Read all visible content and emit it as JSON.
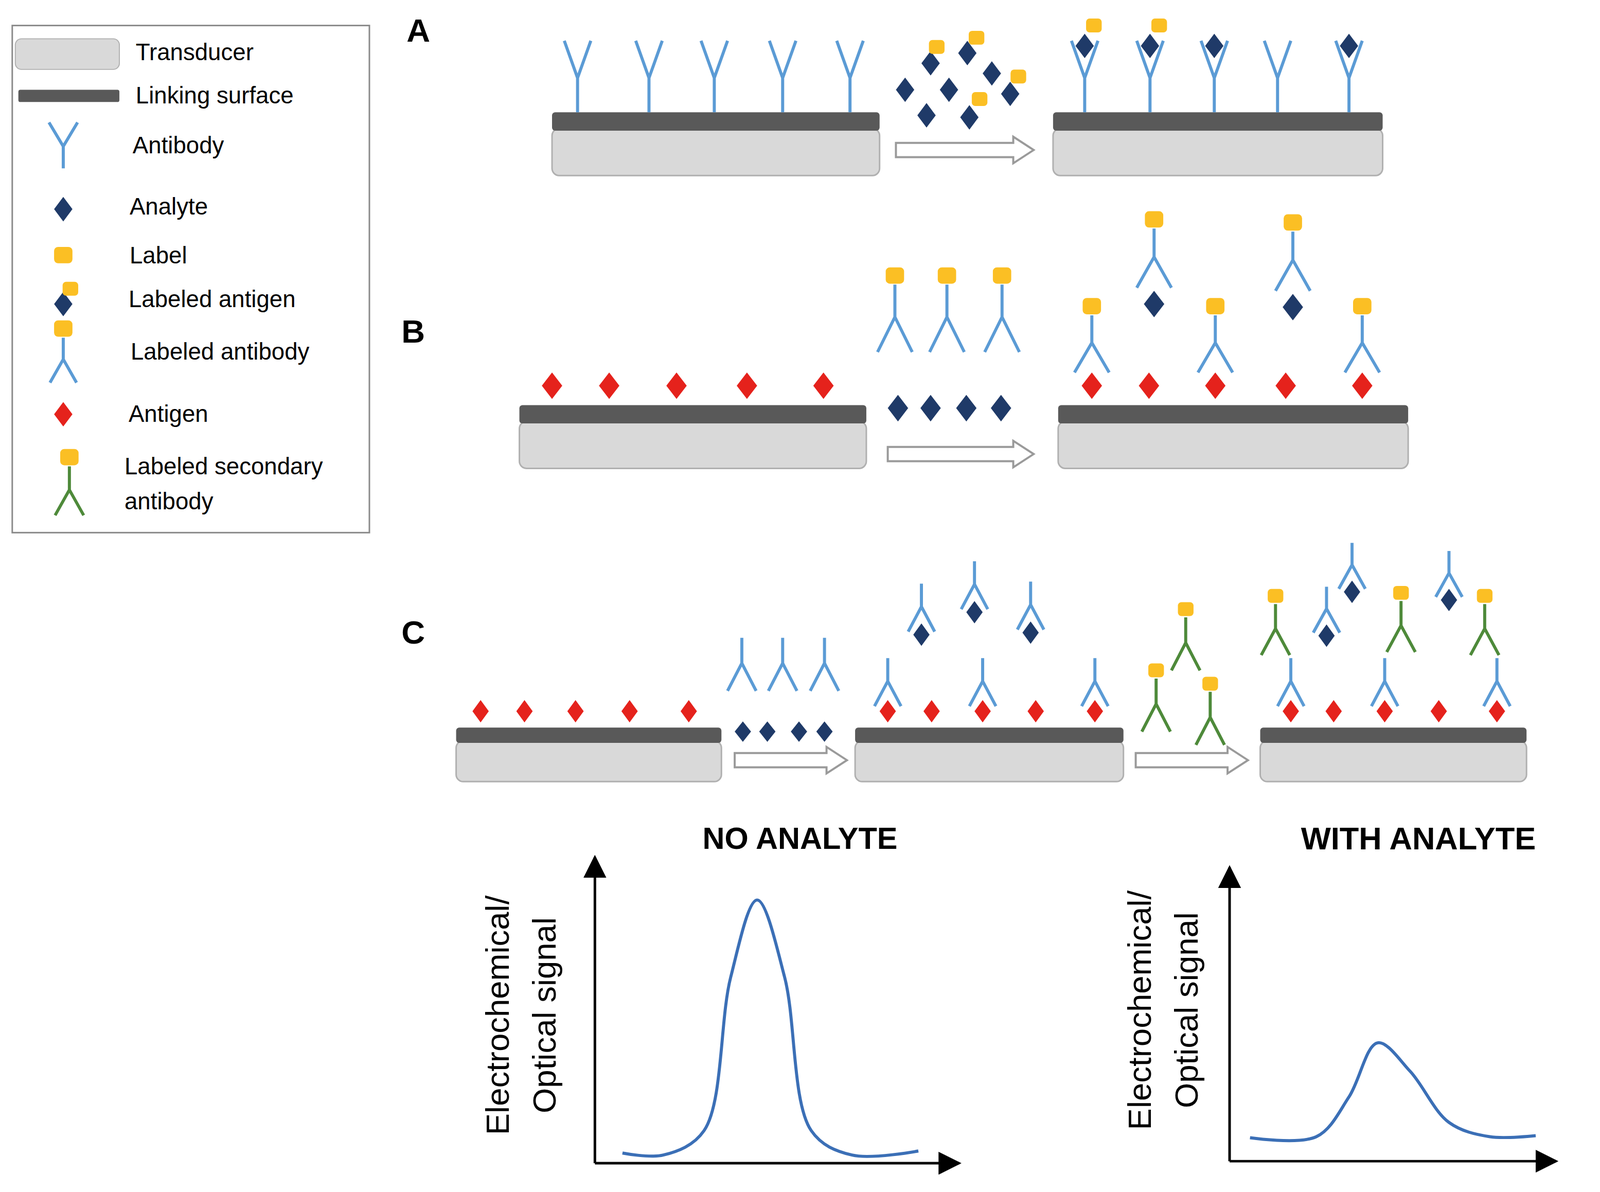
{
  "diagram": {
    "labels": [
      "A",
      "B",
      "C",
      "NO ANALYTE",
      "WITH ANALYTE",
      "Electrochemical/ Optical signal",
      "Electrochemical/ Optical signal"
    ],
    "legend": [
      {
        "text": "Transducer",
        "color": "#d9d9d9"
      },
      {
        "text": "Linking surface",
        "color": "#595959"
      },
      {
        "text": "Antibody"
      },
      {
        "text": "Analyte"
      },
      {
        "text": "Label"
      },
      {
        "text": "Labeled antigen"
      },
      {
        "text": "Labeled antibody"
      },
      {
        "text": "Antigen"
      },
      {
        "text": "Labeled secondary antibody"
      }
    ]
  }
}
